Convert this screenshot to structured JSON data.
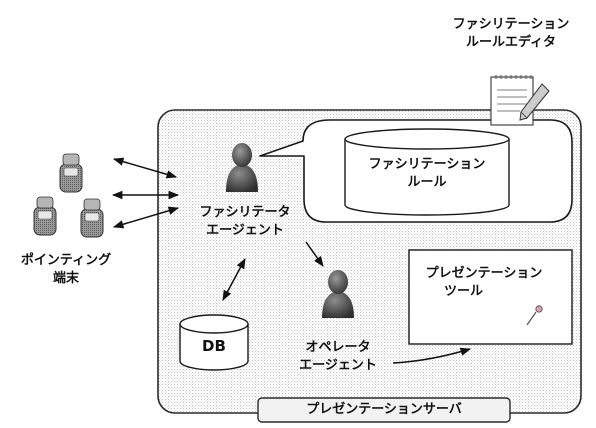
{
  "labels": {
    "editor_line1": "ファシリテーション",
    "editor_line2": "ルールエディタ",
    "rule_line1": "ファシリテーション",
    "rule_line2": "ルール",
    "terminal_line1": "ポインティング",
    "terminal_line2": "端末",
    "fac_agent_line1": "ファシリテータ",
    "fac_agent_line2": "エージェント",
    "tool_line1": "プレゼンテーション",
    "tool_line2": "ツール",
    "db": "DB",
    "op_agent_line1": "オペレータ",
    "op_agent_line2": "エージェント",
    "server": "プレゼンテーションサーバ"
  },
  "icons": {
    "editor": "notepad-pencil-icon",
    "terminal": "mobile-terminal-icon",
    "agent": "person-icon",
    "pointer": "laser-pointer-icon"
  }
}
